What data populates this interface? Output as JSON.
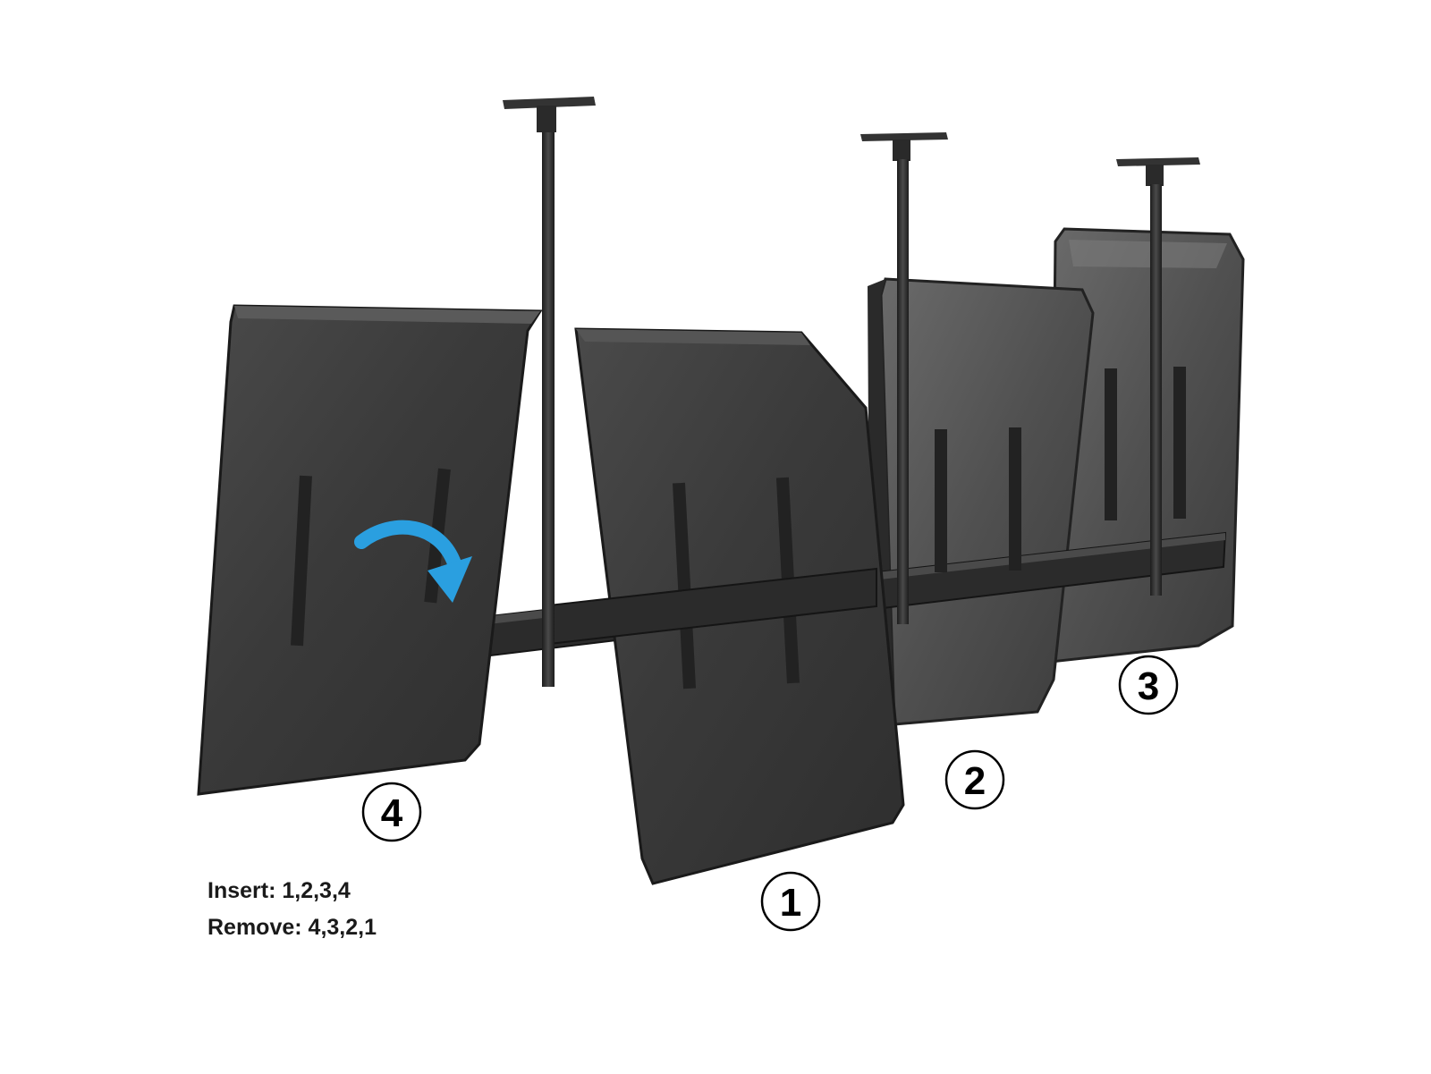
{
  "panels": [
    {
      "number": "1"
    },
    {
      "number": "2"
    },
    {
      "number": "3"
    },
    {
      "number": "4"
    }
  ],
  "instructions": {
    "insert": "Insert: 1,2,3,4",
    "remove": "Remove: 4,3,2,1"
  },
  "colors": {
    "panel": "#3d3d3d",
    "panel_edge": "#1f1f1f",
    "hardware": "#2a2a2a",
    "arrow": "#2a9fe0",
    "background": "#ffffff"
  },
  "icons": {
    "rotate_arrow": "curved-arrow-icon"
  }
}
